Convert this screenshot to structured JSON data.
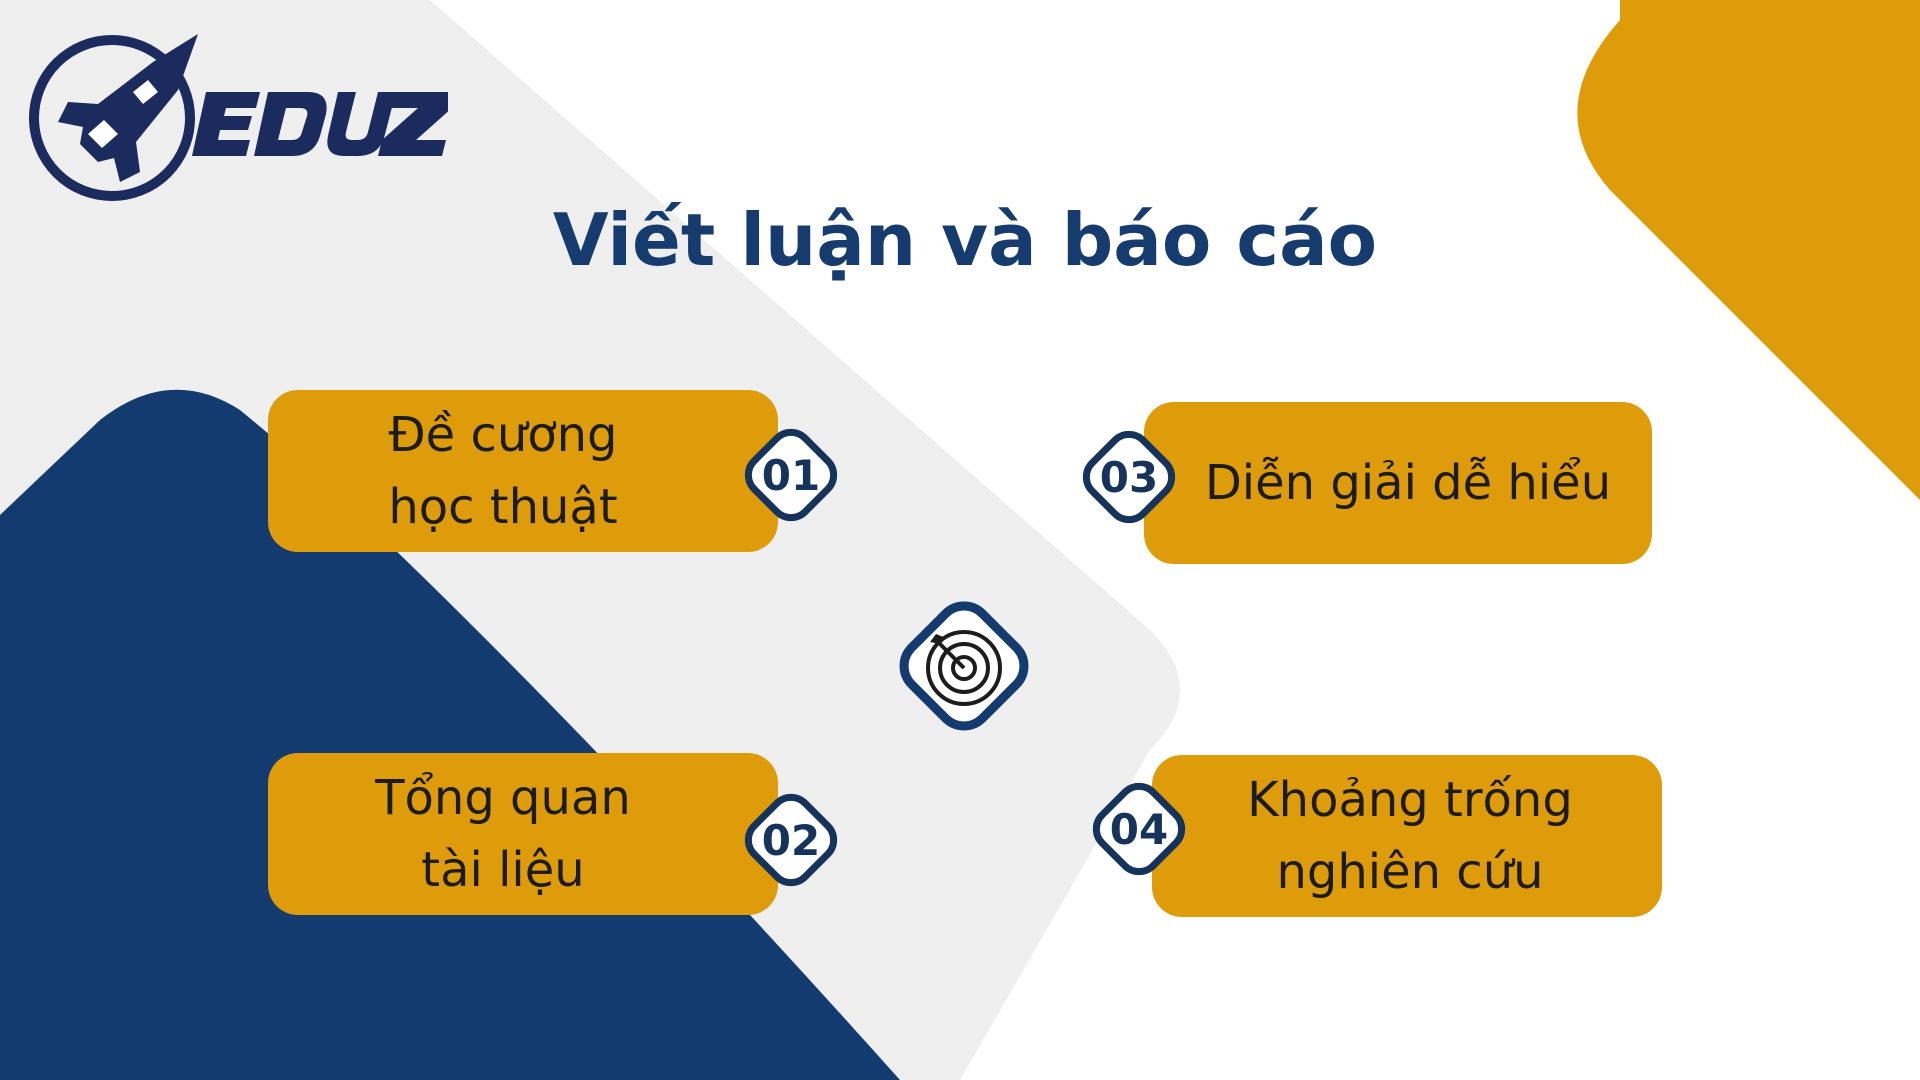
{
  "brand": {
    "name": "EDUZ"
  },
  "title": "Viết luận và báo cáo",
  "colors": {
    "navy": "#143b70",
    "gold": "#de9c0b",
    "light_gray": "#efefef",
    "text_dark": "#1c1c1c",
    "badge_text": "#16335c"
  },
  "center_icon": {
    "name": "target-icon"
  },
  "items": [
    {
      "number": "01",
      "lines": [
        "Đề cương",
        "học thuật"
      ]
    },
    {
      "number": "02",
      "lines": [
        "Tổng quan",
        "tài liệu"
      ]
    },
    {
      "number": "03",
      "lines": [
        "Diễn giải dễ hiểu"
      ]
    },
    {
      "number": "04",
      "lines": [
        "Khoảng trống",
        "nghiên cứu"
      ]
    }
  ]
}
